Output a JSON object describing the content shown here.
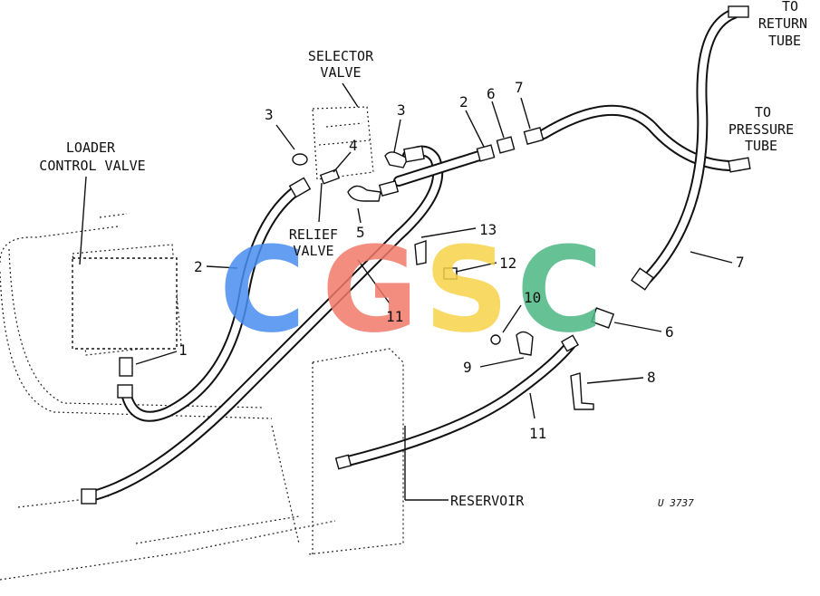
{
  "diagram": {
    "labels": {
      "loader_control_valve": [
        "LOADER",
        "CONTROL VALVE"
      ],
      "selector_valve": [
        "SELECTOR",
        "VALVE"
      ],
      "relief_valve": [
        "RELIEF",
        "VALVE"
      ],
      "to_return_tube": [
        "TO",
        "RETURN",
        "TUBE"
      ],
      "to_pressure_tube": [
        "TO",
        "PRESSURE",
        "TUBE"
      ],
      "reservoir": "RESERVOIR",
      "figure_id": "U 3737"
    },
    "callouts": {
      "n1": "1",
      "n2a": "2",
      "n2b": "2",
      "n3a": "3",
      "n3b": "3",
      "n4": "4",
      "n5": "5",
      "n6a": "6",
      "n6b": "6",
      "n7a": "7",
      "n7b": "7",
      "n8": "8",
      "n9": "9",
      "n10": "10",
      "n11a": "11",
      "n11b": "11",
      "n12": "12",
      "n13": "13"
    }
  },
  "watermark": {
    "letters": [
      "C",
      "G",
      "S",
      "C"
    ],
    "colors": [
      "#4a8ef0",
      "#f07a6a",
      "#f7d34a",
      "#4cb883"
    ]
  }
}
